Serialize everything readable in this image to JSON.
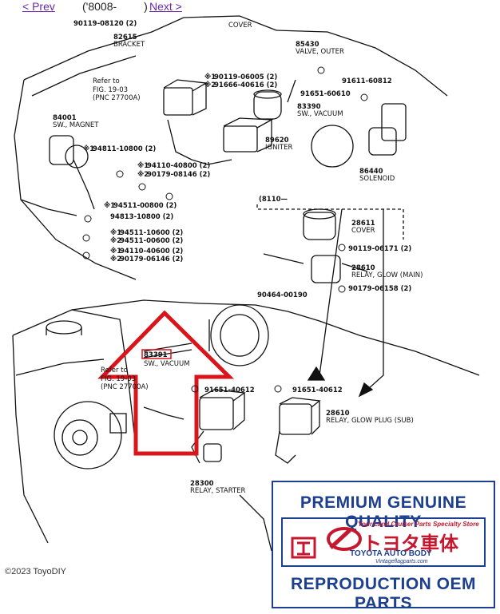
{
  "nav": {
    "prev_label": "< Prev",
    "current_label": "('8008-",
    "current_suffix": ")",
    "next_label": "Next >"
  },
  "diagram": {
    "parts": [
      {
        "code": "90119-08120 (2)"
      },
      {
        "code": "82615",
        "desc": "BRACKET"
      },
      {
        "code": "85430",
        "desc": "VALVE, OUTER"
      },
      {
        "code": "90119-06005 (2)",
        "mark": "※1"
      },
      {
        "code": "91666-40616 (2)",
        "mark": "※2"
      },
      {
        "code": "91611-60812"
      },
      {
        "code": "91651-60610"
      },
      {
        "code": "83390",
        "desc": "SW., VACUUM"
      },
      {
        "code": "84001",
        "desc": "SW., MAGNET"
      },
      {
        "code": "94811-10800 (2)",
        "mark": "※1"
      },
      {
        "code": "89620",
        "desc": "IGNITER"
      },
      {
        "code": "94110-40800 (2)",
        "mark": "※1"
      },
      {
        "code": "90179-08146 (2)",
        "mark": "※2"
      },
      {
        "code": "86440",
        "desc": "SOLENOID"
      },
      {
        "code": "94511-00800 (2)",
        "mark": "※1"
      },
      {
        "code": "94813-10800 (2)"
      },
      {
        "code": "94511-10600 (2)",
        "mark": "※1"
      },
      {
        "code": "94511-00600 (2)",
        "mark": "※2"
      },
      {
        "code": "94110-40600 (2)",
        "mark": "※1"
      },
      {
        "code": "90179-06146 (2)",
        "mark": "※2"
      },
      {
        "code": "28611",
        "desc": "COVER"
      },
      {
        "code": "90119-06171 (2)"
      },
      {
        "code": "28610",
        "desc": "RELAY, GLOW (MAIN)"
      },
      {
        "code": "90464-00190"
      },
      {
        "code": "90179-06158 (2)"
      },
      {
        "code": "83391",
        "desc": "SW., VACUUM"
      },
      {
        "code": "91651-40612"
      },
      {
        "code": "91651-40612"
      },
      {
        "code": "28610",
        "desc": "RELAY, GLOW PLUG (SUB)"
      },
      {
        "code": "28300",
        "desc": "RELAY, STARTER"
      }
    ],
    "refer1": [
      "Refer to",
      "FIG. 19-03",
      "(PNC 27700A)"
    ],
    "refer2": [
      "Refer to",
      "FIG. 19-03",
      "(PNC 27700A)"
    ],
    "date_note": "(8110—",
    "cover_label": "COVER",
    "highlight_color": "#d9141b"
  },
  "badge": {
    "line1": "PREMIUM GENUINE QUALITY",
    "tagline": "Your Land Cruiser Parts Specialty Store",
    "jp": "トヨタ車体",
    "en": "TOYOTA AUTO BODY",
    "site": "Vintageflagparts.com",
    "line3": "REPRODUCTION OEM PARTS",
    "brand_color": "#1d3f8f",
    "accent_color": "#c5172e"
  },
  "footer": {
    "copyright": "©2023 ToyoDIY"
  }
}
